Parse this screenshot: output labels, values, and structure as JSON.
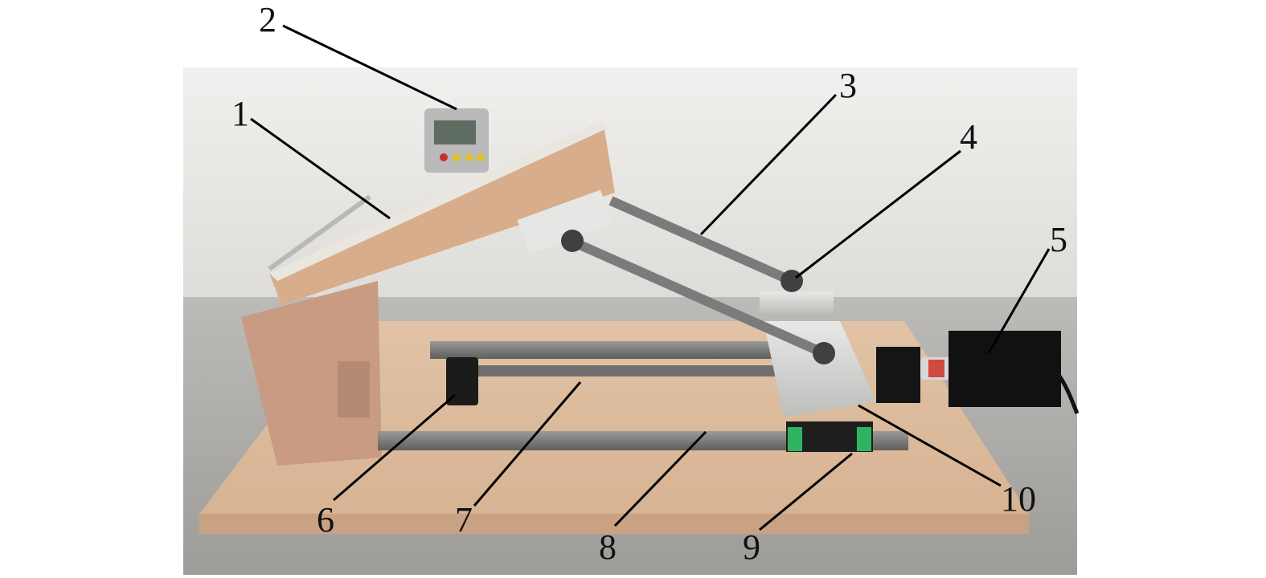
{
  "callouts": [
    {
      "id": 1,
      "text": "1"
    },
    {
      "id": 2,
      "text": "2"
    },
    {
      "id": 3,
      "text": "3"
    },
    {
      "id": 4,
      "text": "4"
    },
    {
      "id": 5,
      "text": "5"
    },
    {
      "id": 6,
      "text": "6"
    },
    {
      "id": 7,
      "text": "7"
    },
    {
      "id": 8,
      "text": "8"
    },
    {
      "id": 9,
      "text": "9"
    },
    {
      "id": 10,
      "text": "10"
    }
  ]
}
